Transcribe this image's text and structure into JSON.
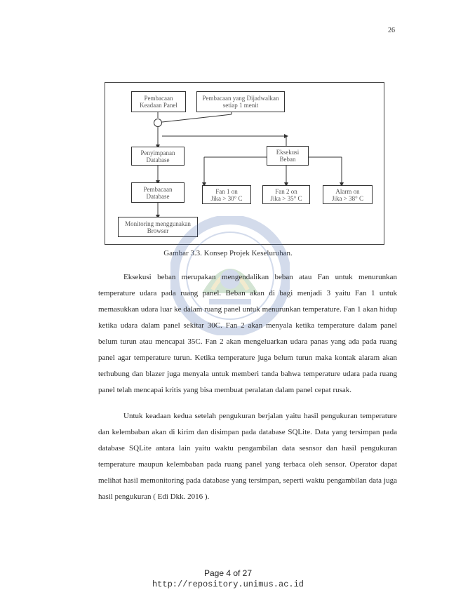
{
  "page_number": "26",
  "diagram": {
    "nodes": {
      "read_panel": [
        "Pembacaan",
        "Keadaan Panel"
      ],
      "scheduled_read": [
        "Pembacaan yang Dijadwalkan",
        "setiap 1 menit"
      ],
      "storage": [
        "Penyimpanan",
        "Database"
      ],
      "execution": [
        "Eksekusi",
        "Beban"
      ],
      "db_read": [
        "Pembacaan",
        "Database"
      ],
      "fan1": [
        "Fan 1 on",
        "Jika > 30° C"
      ],
      "fan2": [
        "Fan 2 on",
        "Jika > 35° C"
      ],
      "alarm": [
        "Alarm on",
        "Jika > 38° C"
      ],
      "monitoring": [
        "Monitoring menggunakan",
        "Browser"
      ]
    }
  },
  "caption": "Gambar 3.3. Konsep Projek Keseluruhan.",
  "paragraphs": [
    "Eksekusi beban merupakan mengendalikan beban atau Fan untuk menurunkan temperature udara pada ruang panel. Beban akan di bagi menjadi 3 yaitu Fan 1 untuk memasukkan udara luar ke dalam ruang panel untuk menurunkan temperature. Fan 1 akan hidup ketika udara dalam panel sekitar 30C. Fan 2 akan menyala ketika temperature dalam panel belum turun atau mencapai 35C. Fan 2 akan mengeluarkan udara panas yang ada pada ruang panel agar temperature turun. Ketika temperature juga belum turun maka kontak alaram akan terhubung dan blazer juga menyala untuk memberi tanda bahwa temperature udara pada ruang panel telah mencapai kritis yang bisa membuat peralatan dalam panel cepat rusak.",
    "Untuk keadaan kedua setelah pengukuran berjalan yaitu hasil pengukuran temperature dan kelembaban akan di kirim dan disimpan pada database SQLite. Data yang tersimpan pada database SQLite antara lain yaitu waktu pengambilan data sesnsor dan hasil pengukuran temperature maupun kelembaban pada ruang panel yang terbaca oleh sensor. Operator dapat melihat hasil memonitoring pada database yang tersimpan, seperti waktu pengambilan data juga hasil pengukuran ( Edi Dkk. 2016 )."
  ],
  "footer": {
    "page": "Page 4 of 27",
    "url": "http://repository.unimus.ac.id"
  }
}
